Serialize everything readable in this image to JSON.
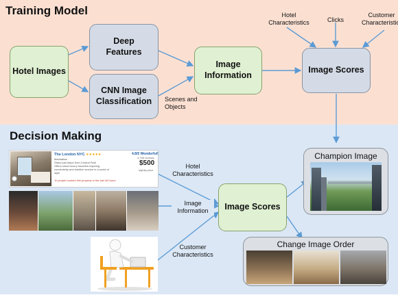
{
  "training": {
    "title": "Training Model",
    "hotel_images": "Hotel Images",
    "deep_features": "Deep Features",
    "cnn": "CNN Image Classification",
    "image_information": "Image Information",
    "image_scores": "Image Scores",
    "scenes_objects": "Scenes and Objects",
    "input_hotel_chars": "Hotel Characteristics",
    "input_clicks": "Clicks",
    "input_customer_chars": "Customer Characteristics"
  },
  "decision": {
    "title": "Decision Making",
    "label_hotel_chars": "Hotel Characteristics",
    "label_image_info": "Image Information",
    "label_customer_chars": "Customer Characteristics",
    "image_scores": "Image Scores",
    "champion_image": "Champion Image",
    "change_image_order": "Change Image Order"
  },
  "listing": {
    "name": "The London NYC",
    "stars": "★★★★★",
    "rating": "4.8/5 Wonderful!",
    "reviews": "4,798 reviews",
    "price": "$500",
    "price_note": "nightly price",
    "location": "Manhattan",
    "line1": "Stand just steps from Central Park",
    "line2": "Offers smart luxury travelers inspiring",
    "line3": "connectivity and intuitive service in a world of",
    "line4": "style",
    "booking_note": "11 people booked this property in the last 48 hours"
  },
  "colors": {
    "top_panel": "#fbe0d2",
    "bottom_panel": "#dbe7f5",
    "green_box": "#e0f0d2",
    "gray_box": "#d4dbe6",
    "arrow": "#5b9bd5"
  }
}
